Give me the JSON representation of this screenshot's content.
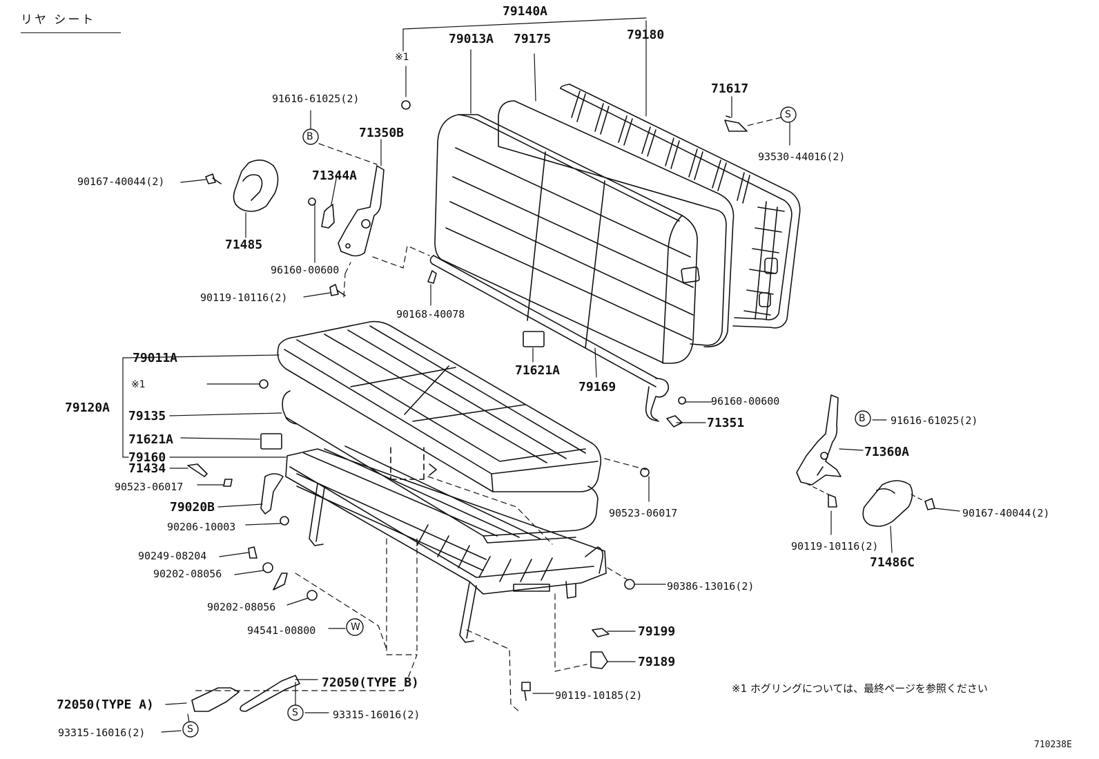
{
  "title": "リヤ シート",
  "note": "※1  ホグリングについては、最終ページを参照ください",
  "figure_id": "710238E",
  "markers": {
    "ref1": "※1",
    "b": "B",
    "s": "S",
    "w": "W"
  },
  "parts": {
    "p79140A": "79140A",
    "p79013A": "79013A",
    "p79175": "79175",
    "p79180": "79180",
    "p71617": "71617",
    "p93530": "93530-44016(2)",
    "p91616a": "91616-61025(2)",
    "p71350B": "71350B",
    "p71344A": "71344A",
    "p90167a": "90167-40044(2)",
    "p71485": "71485",
    "p96160a": "96160-00600",
    "p90119a": "90119-10116(2)",
    "p90168": "90168-40078",
    "p79011A": "79011A",
    "p79120A": "79120A",
    "p79135": "79135",
    "p71621Aa": "71621A",
    "p79160": "79160",
    "p71434": "71434",
    "p90523a": "90523-06017",
    "p79020B": "79020B",
    "p90206": "90206-10003",
    "p90249": "90249-08204",
    "p90202a": "90202-08056",
    "p90202b": "90202-08056",
    "p94541": "94541-00800",
    "p71621Ab": "71621A",
    "p79169": "79169",
    "p96160b": "96160-00600",
    "p71351": "71351",
    "p90523b": "90523-06017",
    "p91616b": "91616-61025(2)",
    "p71360A": "71360A",
    "p90167b": "90167-40044(2)",
    "p90119b": "90119-10116(2)",
    "p71486C": "71486C",
    "p90386": "90386-13016(2)",
    "p79199": "79199",
    "p79189": "79189",
    "p90119c": "90119-10185(2)",
    "p72050B": "72050(TYPE B)",
    "p72050A": "72050(TYPE A)",
    "p93315a": "93315-16016(2)",
    "p93315b": "93315-16016(2)"
  }
}
